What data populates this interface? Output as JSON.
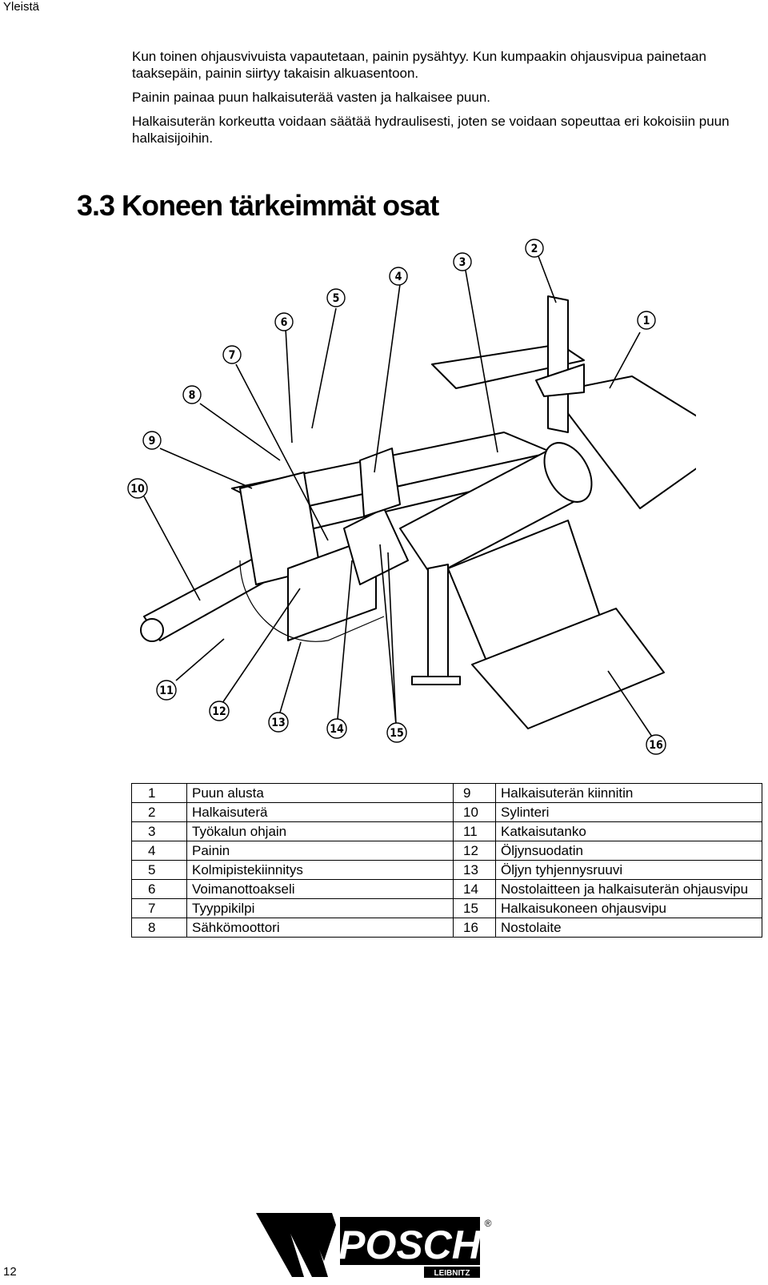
{
  "header": {
    "section": "Yleistä"
  },
  "intro": {
    "paragraphs": [
      "Kun toinen ohjausvivuista vapautetaan, painin pysähtyy. Kun kumpaakin ohjausvipua painetaan taaksepäin, painin siirtyy takaisin alkuasentoon.",
      "Painin painaa puun halkaisuterää vasten ja halkaisee puun.",
      "Halkaisuterän korkeutta voidaan säätää hydraulisesti, joten se voidaan sopeuttaa eri kokoisiin puun halkaisijoihin."
    ]
  },
  "heading": "3.3 Koneen tärkeimmät osat",
  "figure": {
    "callouts": [
      "1",
      "2",
      "3",
      "4",
      "5",
      "6",
      "7",
      "8",
      "9",
      "10",
      "11",
      "12",
      "13",
      "14",
      "15",
      "16"
    ]
  },
  "parts": [
    {
      "left_num": "1",
      "left_name": "Puun alusta",
      "right_num": "9",
      "right_name": "Halkaisuterän kiinnitin"
    },
    {
      "left_num": "2",
      "left_name": "Halkaisuterä",
      "right_num": "10",
      "right_name": "Sylinteri"
    },
    {
      "left_num": "3",
      "left_name": "Työkalun ohjain",
      "right_num": "11",
      "right_name": "Katkaisutanko"
    },
    {
      "left_num": "4",
      "left_name": "Painin",
      "right_num": "12",
      "right_name": "Öljynsuodatin"
    },
    {
      "left_num": "5",
      "left_name": "Kolmipistekiinnitys",
      "right_num": "13",
      "right_name": "Öljyn tyhjennysruuvi"
    },
    {
      "left_num": "6",
      "left_name": "Voimanottoakseli",
      "right_num": "14",
      "right_name": "Nostolaitteen ja halkaisuterän ohjausvipu"
    },
    {
      "left_num": "7",
      "left_name": "Tyyppikilpi",
      "right_num": "15",
      "right_name": "Halkaisukoneen ohjausvipu"
    },
    {
      "left_num": "8",
      "left_name": "Sähkömoottori",
      "right_num": "16",
      "right_name": "Nostolaite"
    }
  ],
  "footer": {
    "page_number": "12",
    "logo_text": "POSCH",
    "logo_subtext": "LEIBNITZ",
    "logo_mark": "®"
  }
}
